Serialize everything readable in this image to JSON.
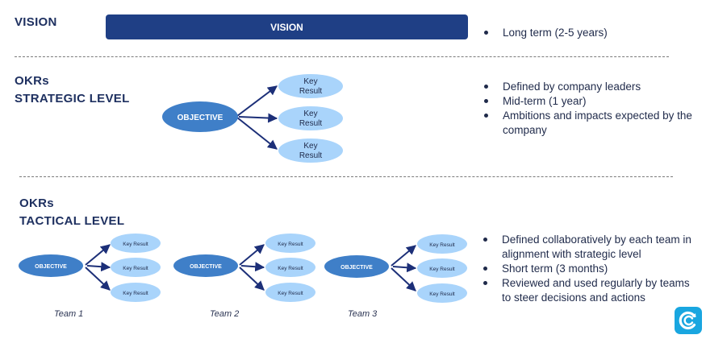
{
  "vision": {
    "heading": "VISION",
    "bar_label": "VISION",
    "bullets": [
      "Long term (2-5 years)"
    ]
  },
  "strategic": {
    "heading_line1": "OKRs",
    "heading_line2": "STRATEGIC LEVEL",
    "objective_label": "OBJECTIVE",
    "key_result_lines": [
      "Key",
      "Result"
    ],
    "bullets": [
      "Defined by company leaders",
      "Mid-term (1 year)",
      "Ambitions and impacts expected by the company"
    ]
  },
  "tactical": {
    "heading_line1": "OKRs",
    "heading_line2": "TACTICAL LEVEL",
    "objective_label": "OBJECTIVE",
    "key_result_label": "Key Result",
    "teams": [
      "Team 1",
      "Team 2",
      "Team 3"
    ],
    "bullets": [
      "Defined collaboratively by each team in alignment with strategic level",
      "Short term (3 months)",
      "Reviewed and used regularly by teams to steer decisions and actions"
    ]
  },
  "colors": {
    "vision_bar": "#1f3f85",
    "objective": "#3f7fc8",
    "key_result": "#a9d4fb",
    "arrow": "#1c2f78",
    "logo": "#19a6e0"
  },
  "logo": {
    "icon": "refresh-c-logo-icon"
  }
}
